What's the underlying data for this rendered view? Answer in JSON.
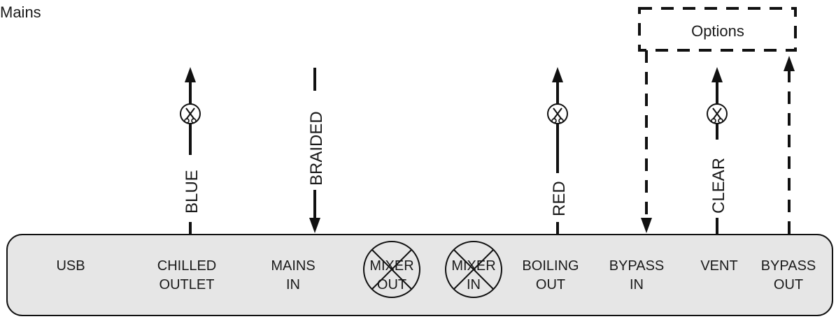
{
  "title": "Mains",
  "options_label": "Options",
  "ports": [
    {
      "line1": "USB",
      "line2": ""
    },
    {
      "line1": "CHILLED",
      "line2": "OUTLET"
    },
    {
      "line1": "MAINS",
      "line2": "IN"
    },
    {
      "line1": "MIXER",
      "line2": "OUT",
      "crossed": true
    },
    {
      "line1": "MIXER",
      "line2": "IN",
      "crossed": true
    },
    {
      "line1": "BOILING",
      "line2": "OUT"
    },
    {
      "line1": "BYPASS",
      "line2": "IN"
    },
    {
      "line1": "VENT",
      "line2": ""
    },
    {
      "line1": "BYPASS",
      "line2": "OUT"
    }
  ],
  "tubes": [
    {
      "label": "BLUE",
      "direction": "up",
      "style": "solid",
      "cutter": true
    },
    {
      "label": "BRAIDED",
      "direction": "down",
      "style": "solid",
      "cutter": false
    },
    {
      "label": "RED",
      "direction": "up",
      "style": "solid",
      "cutter": true
    },
    {
      "label": "",
      "direction": "down",
      "style": "dashed",
      "cutter": false
    },
    {
      "label": "CLEAR",
      "direction": "up",
      "style": "solid",
      "cutter": true
    },
    {
      "label": "",
      "direction": "up",
      "style": "dashed",
      "cutter": false
    }
  ],
  "icons": {
    "cutter": "scissors-icon",
    "crossed": "cross-out-icon"
  },
  "colors": {
    "line": "#111111",
    "panel": "#e6e6e6",
    "text": "#1a1a1a"
  }
}
